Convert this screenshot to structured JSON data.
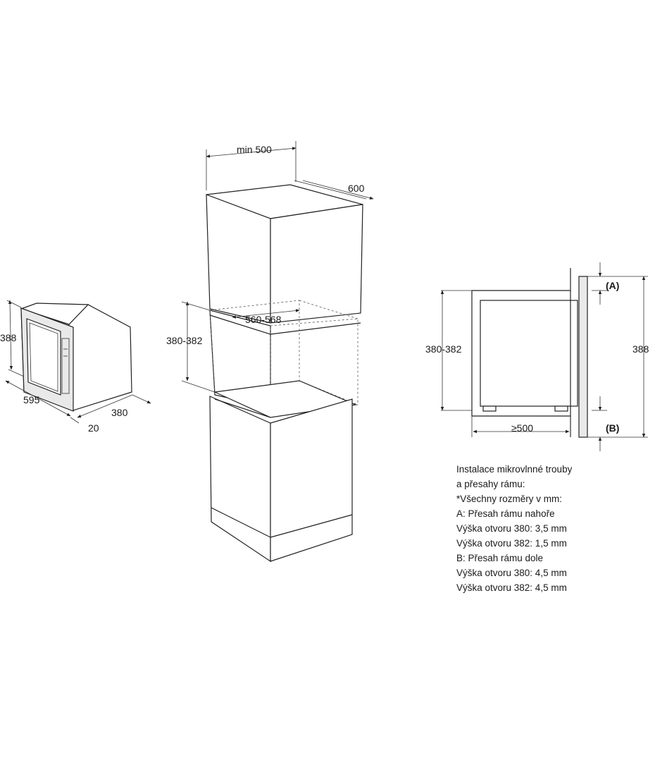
{
  "microwave": {
    "height": "388",
    "width": "595",
    "depth": "380",
    "frame": "20"
  },
  "cabinet": {
    "min_width": "min 500",
    "depth": "600",
    "niche_width": "560-568",
    "niche_height": "380-382"
  },
  "section": {
    "label_a": "(A)",
    "label_b": "(B)",
    "opening_height": "380-382",
    "total_height": "388",
    "depth": "≥500"
  },
  "notes": [
    "Instalace mikrovlnné trouby",
    "a přesahy rámu:",
    "*Všechny rozměry v mm:",
    "A: Přesah rámu nahoře",
    "Výška otvoru 380: 3,5 mm",
    "Výška otvoru 382: 1,5 mm",
    "B: Přesah rámu dole",
    "Výška otvoru 380: 4,5 mm",
    "Výška otvoru 382: 4,5 mm"
  ]
}
